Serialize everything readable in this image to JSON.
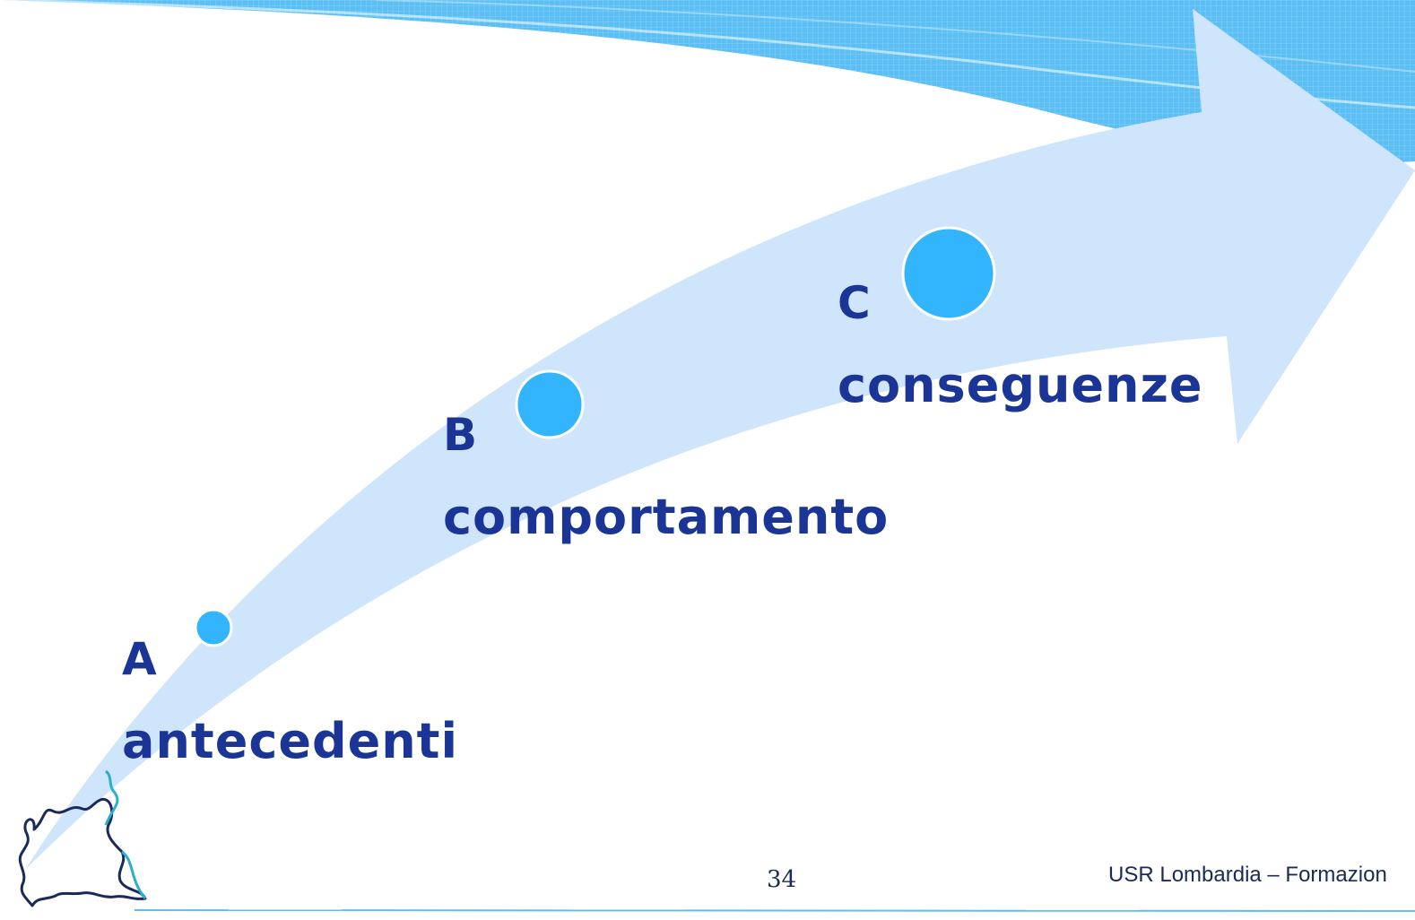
{
  "steps": [
    {
      "letter": "A",
      "label": "antecedenti"
    },
    {
      "letter": "B",
      "label": "comportamento"
    },
    {
      "letter": "C",
      "label": "conseguenze"
    }
  ],
  "footer": {
    "page_number": "34",
    "text": "USR Lombardia – Formazion"
  },
  "colors": {
    "arrow": "#cfe5fb",
    "dots": "#33b5fd",
    "header_wave": "#5bbff5",
    "text": "#1a3596"
  }
}
